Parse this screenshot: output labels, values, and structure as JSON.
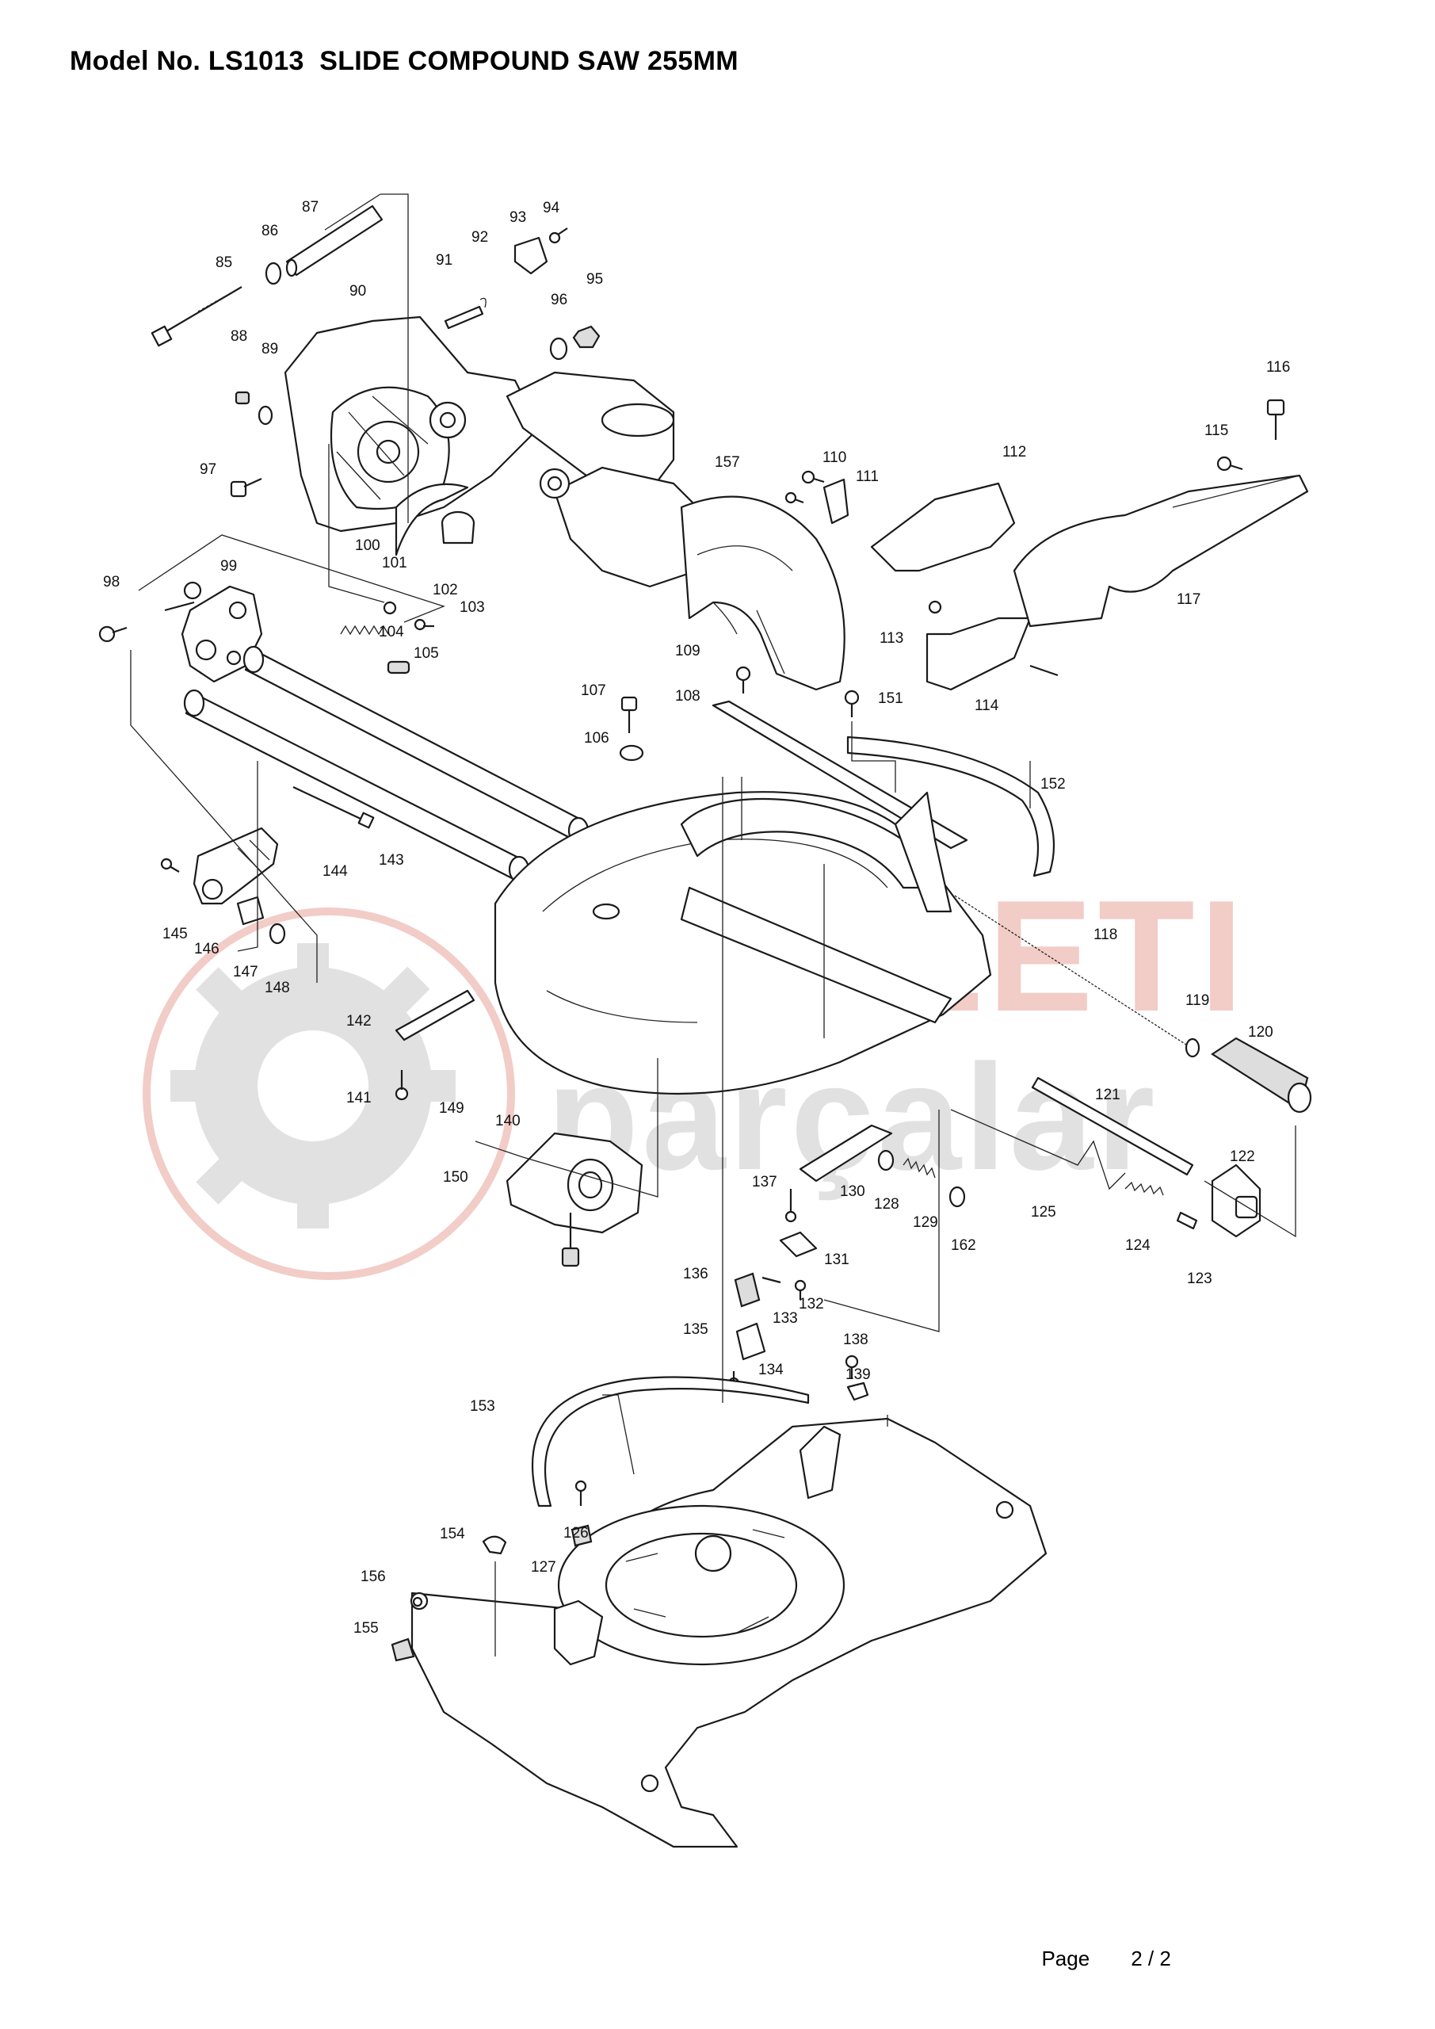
{
  "header": {
    "title": "Model No. LS1013  SLIDE COMPOUND SAW 255MM"
  },
  "watermark": {
    "brand": "ELALETI",
    "sub": "parçalar",
    "color_red": "#e9a49b",
    "color_grey": "#c9c9c9"
  },
  "footer": {
    "page_label": "Page",
    "page_value": "2 / 2"
  },
  "part_numbers": [
    "85",
    "86",
    "87",
    "88",
    "89",
    "90",
    "91",
    "92",
    "93",
    "94",
    "95",
    "96",
    "97",
    "98",
    "99",
    "100",
    "101",
    "102",
    "103",
    "104",
    "105",
    "106",
    "107",
    "108",
    "109",
    "110",
    "111",
    "112",
    "113",
    "114",
    "115",
    "116",
    "117",
    "118",
    "119",
    "120",
    "121",
    "122",
    "123",
    "124",
    "125",
    "126",
    "127",
    "128",
    "129",
    "130",
    "131",
    "132",
    "133",
    "134",
    "135",
    "136",
    "137",
    "138",
    "139",
    "140",
    "141",
    "142",
    "143",
    "144",
    "145",
    "146",
    "147",
    "148",
    "149",
    "150",
    "151",
    "152",
    "153",
    "154",
    "155",
    "156",
    "157",
    "162"
  ]
}
